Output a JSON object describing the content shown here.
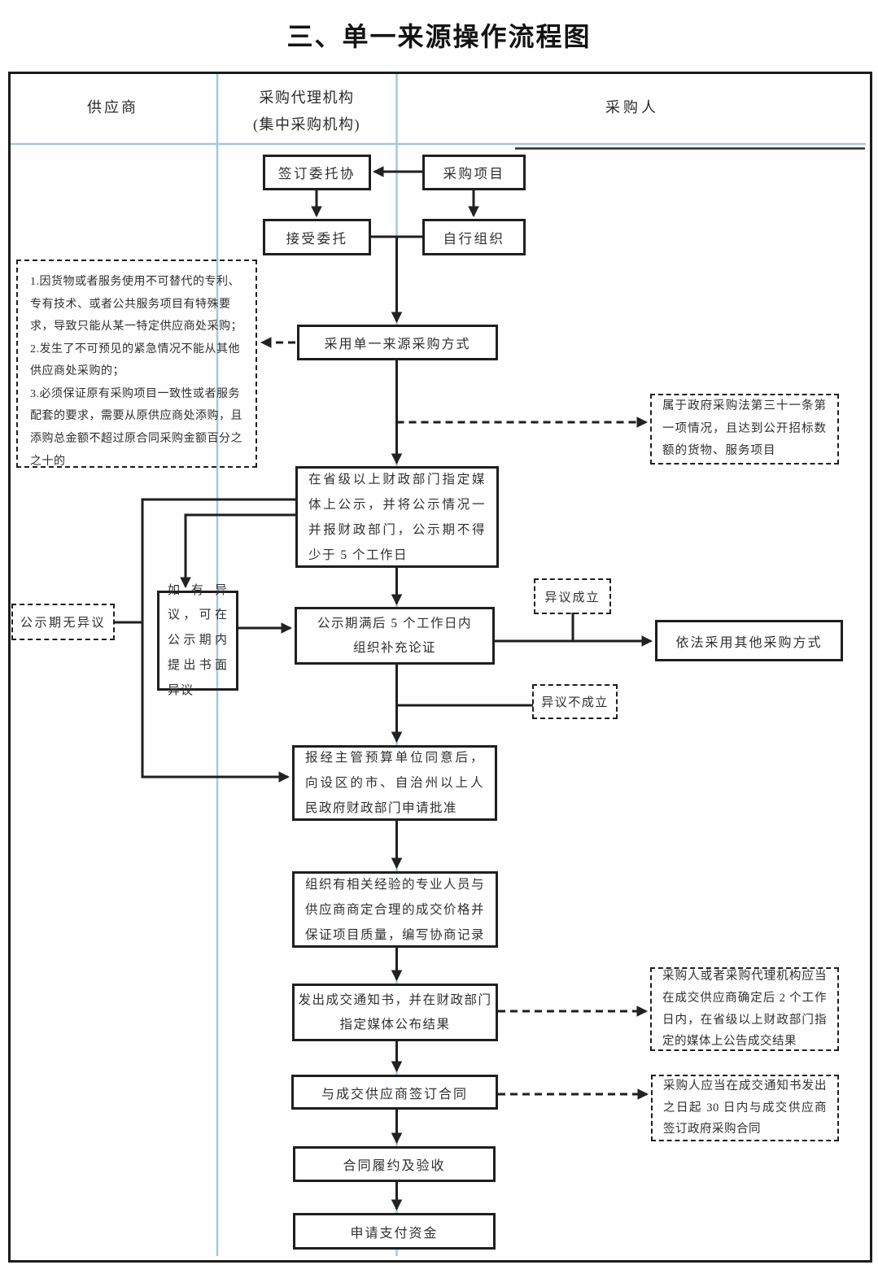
{
  "title": "三、单一来源操作流程图",
  "header": {
    "supplier": "供应商",
    "agency": "采购代理机构",
    "agency_sub": "(集中采购机构)",
    "purchaser": "采购人"
  },
  "nodes": {
    "sign_agreement": "签订委托协",
    "procurement_project": "采购项目",
    "accept_commission": "接受委托",
    "self_organize": "自行组织",
    "adopt_single_source": "采用单一来源采购方式",
    "publicity": "在省级以上财政部门指定媒体上公示，并将公示情况一并报财政部门，公示期不得少于 5 个工作日",
    "objection": "如有异议，可在公示期内提出书面异议",
    "supplementary": {
      "line1": "公示期满后 5 个工作日内",
      "line2": "组织补充论证"
    },
    "other_method": "依法采用其他采购方式",
    "approval": "报经主管预算单位同意后，向设区的市、自治州以上人民政府财政部门申请批准",
    "negotiate": "组织有相关经验的专业人员与供应商商定合理的成交价格并保证项目质量，编写协商记录",
    "notify": {
      "line1": "发出成交通知书，并在财政部门",
      "line2": "指定媒体公布结果"
    },
    "sign_contract": "与成交供应商签订合同",
    "fulfil": "合同履约及验收",
    "payment": "申请支付资金"
  },
  "notes": {
    "reasons": [
      "1.因货物或者服务使用不可替代的专利、专有技术、或者公共服务项目有特殊要求，导致只能从某一特定供应商处采购；",
      "2.发生了不可预见的紧急情况不能从其他供应商处采购的；",
      "3.必须保证原有采购项目一致性或者服务配套的要求，需要从原供应商处添购，且添购总金额不超过原合同采购金额百分之之十的"
    ],
    "law31": "属于政府采购法第三十一条第一项情况，且达到公开招标数额的货物、服务项目",
    "no_objection": "公示期无异议",
    "objection_valid": "异议成立",
    "objection_invalid": "异议不成立",
    "announce": "采购人或者采购代理机构应当在成交供应商确定后 2 个工作日内，在省级以上财政部门指定的媒体上公告成交结果",
    "sign_30days": "采购人应当在成交通知书发出之日起 30 日内与成交供应商签订政府采购合同"
  },
  "colors": {
    "divider": "#a6c8dc",
    "line": "#222222",
    "text": "#2f2f2f"
  }
}
